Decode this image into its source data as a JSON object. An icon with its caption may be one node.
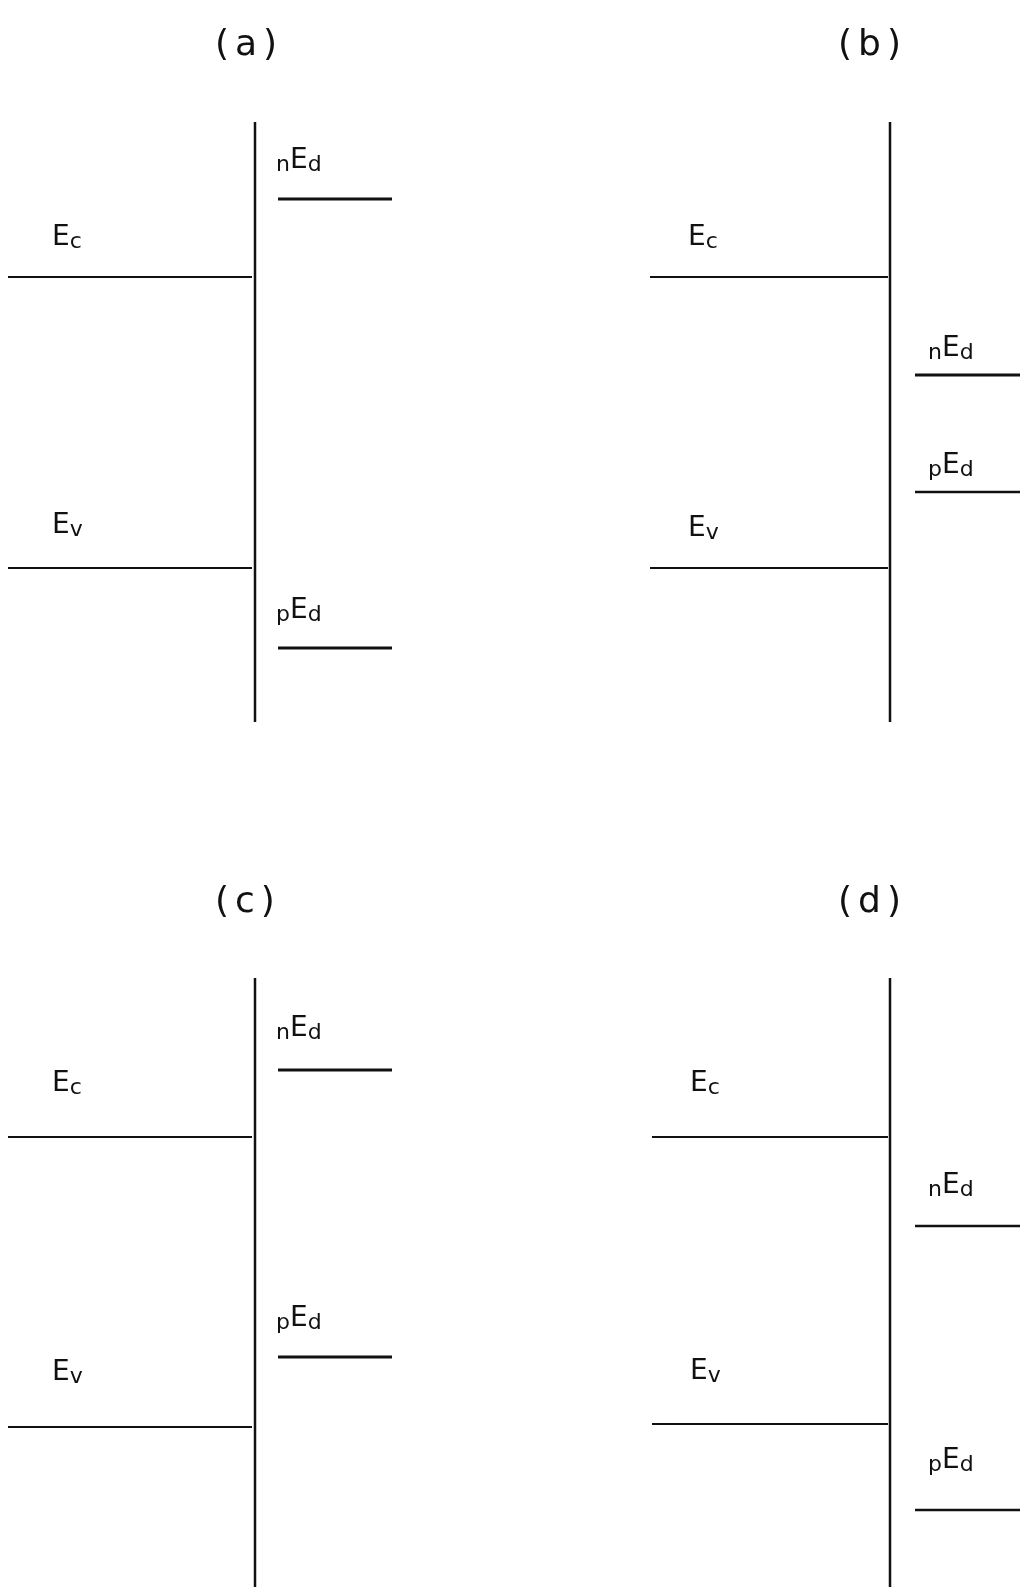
{
  "diagram": {
    "labels": [
      "(a)",
      "$_{n}$E$_{d}$",
      "E$_{c}$",
      "E$_{v}$",
      "$_{p}$E$_{d}$",
      "(b)",
      "E$_{c}$",
      "$_{n}$E$_{d}$",
      "$_{p}$E$_{d}$",
      "E$_{v}$",
      "(c)",
      "$_{n}$E$_{d}$",
      "E$_{c}$",
      "$_{p}$E$_{d}$",
      "E$_{v}$",
      "(d)",
      "E$_{c}$",
      "$_{n}$E$_{d}$",
      "E$_{v}$",
      "$_{p}$E$_{d}$"
    ]
  }
}
